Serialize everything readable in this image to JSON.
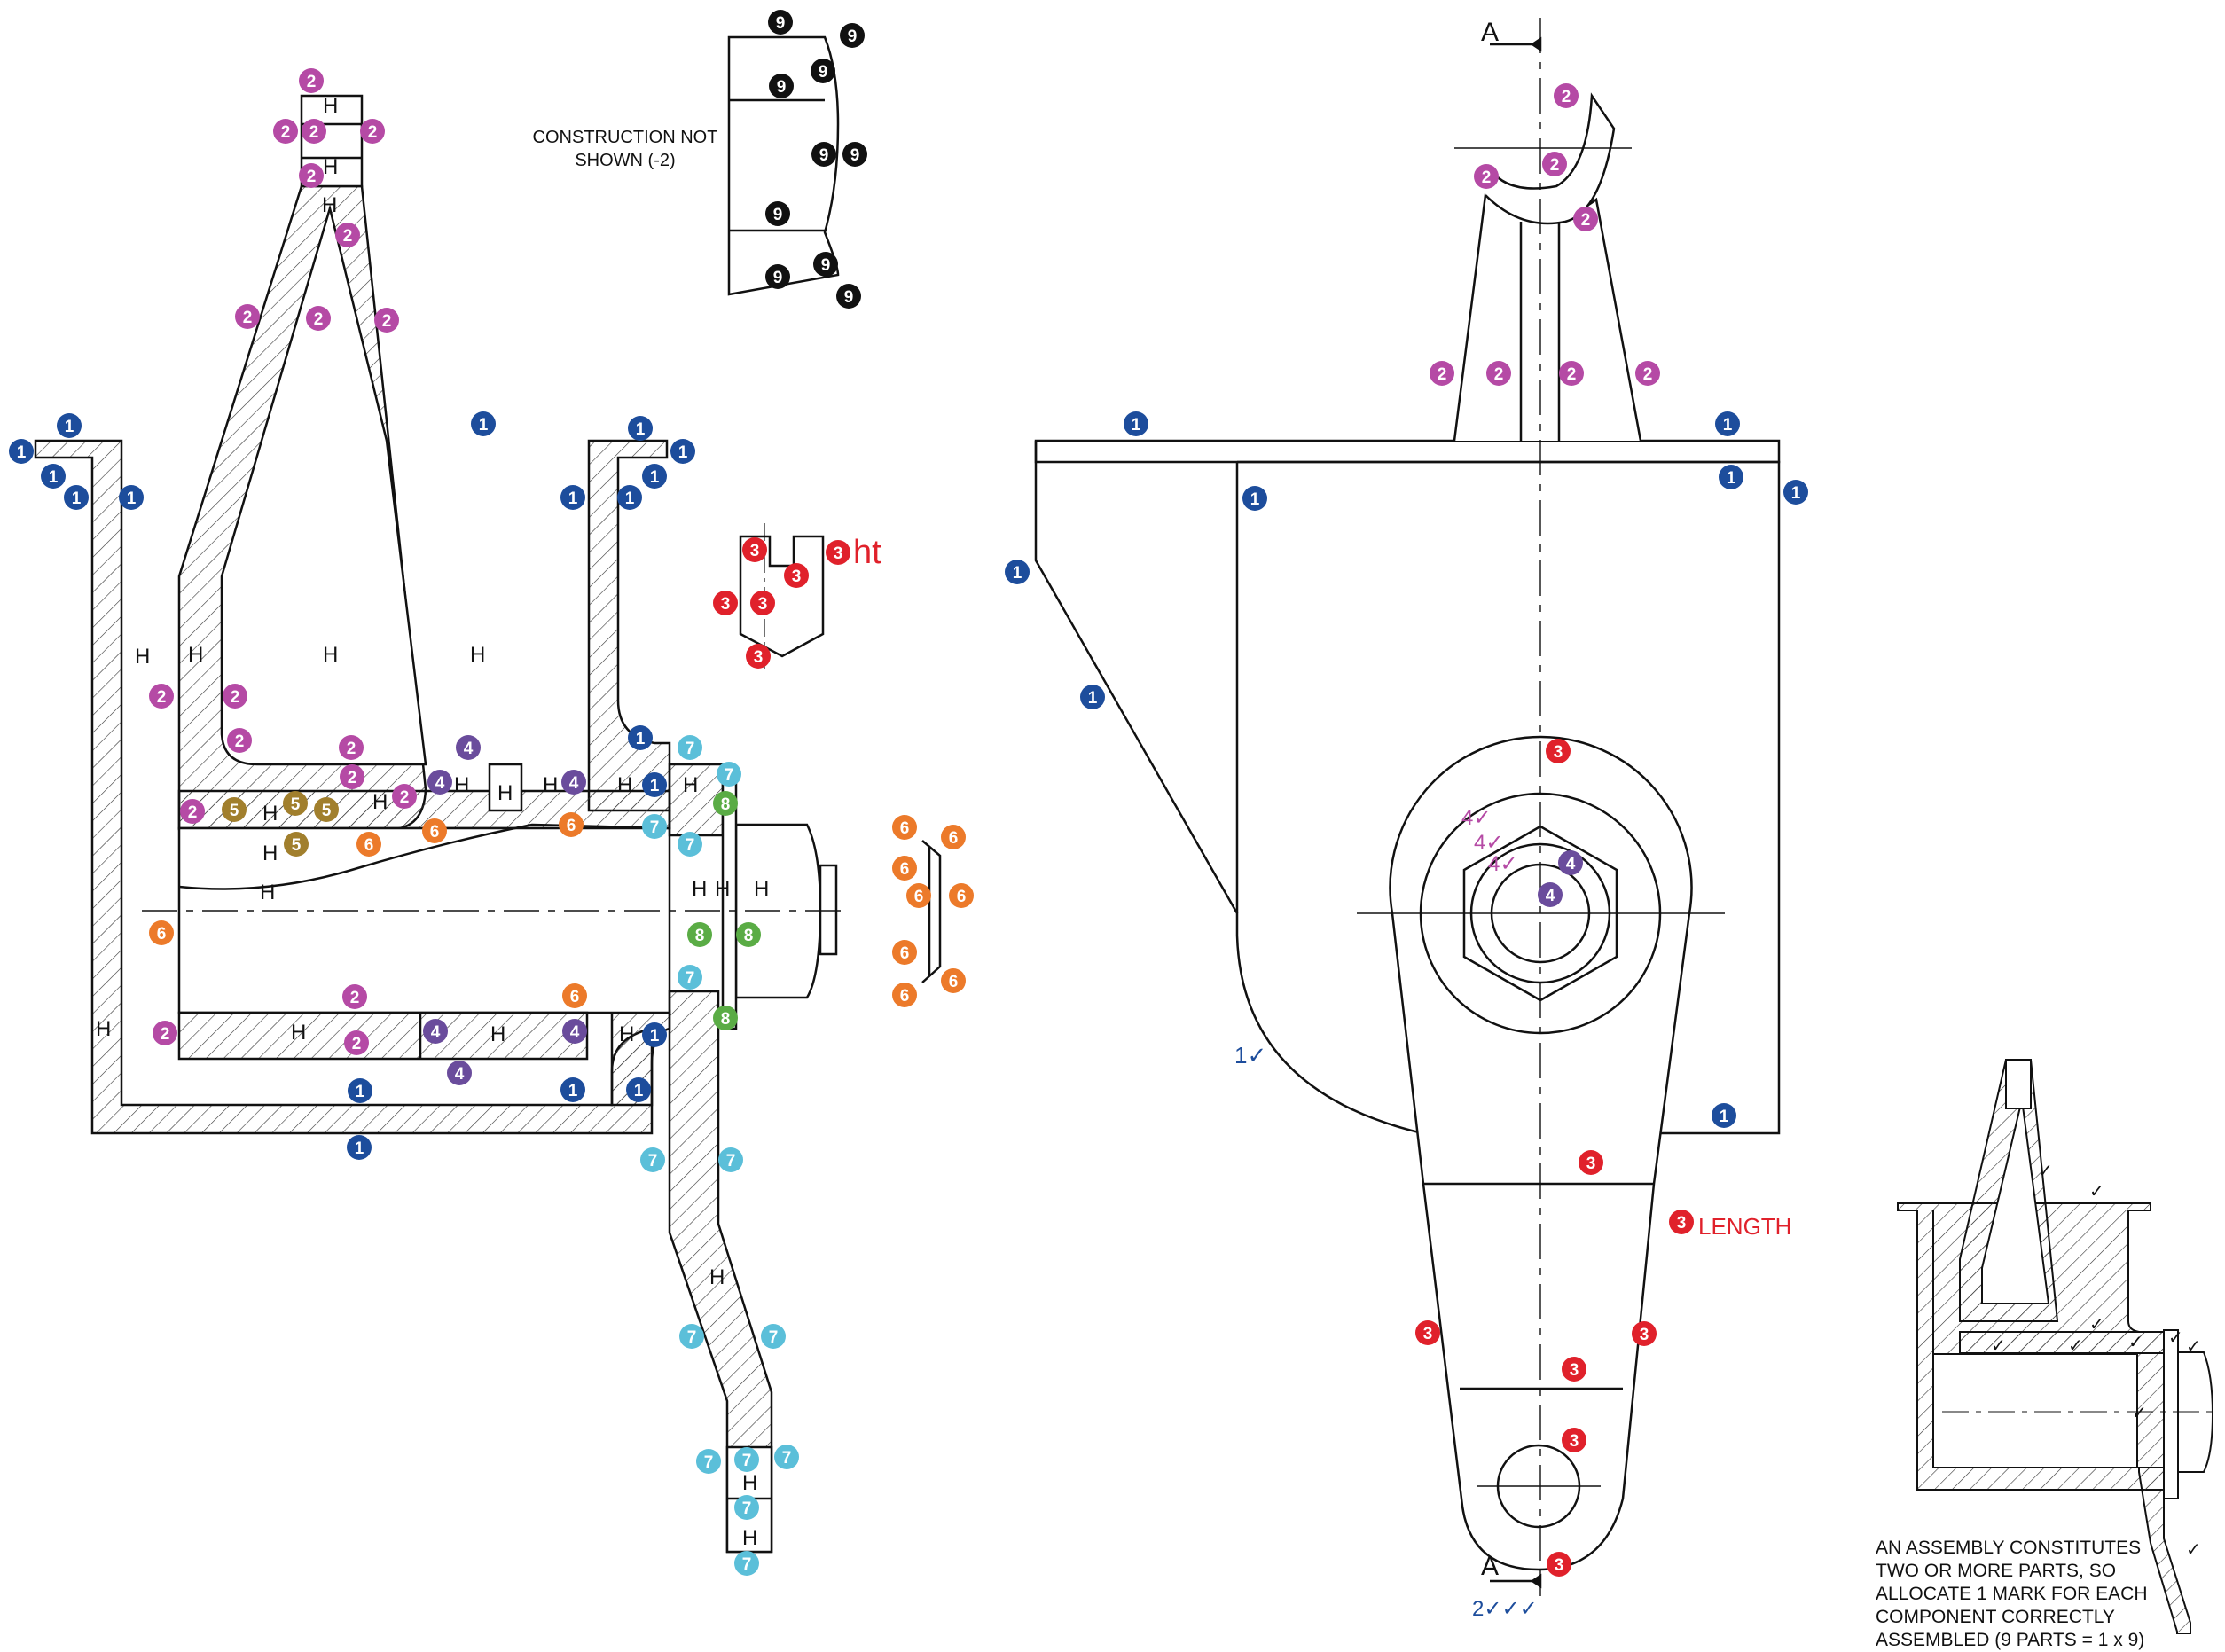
{
  "notes": {
    "construction": [
      "CONSTRUCTION NOT",
      "SHOWN (-2)"
    ],
    "ht": "ht",
    "length": "LENGTH",
    "section_label": "A",
    "mark_1": "1",
    "mark_2": "2",
    "mark_4": "4",
    "check_single": "✓",
    "check_triple": "✓✓✓",
    "assembly": [
      "AN ASSEMBLY CONSTITUTES",
      "TWO OR MORE PARTS, SO",
      "ALLOCATE 1 MARK FOR EACH",
      "COMPONENT CORRECTLY",
      "ASSEMBLED (9 PARTS = 1 x 9)"
    ]
  },
  "hatch_label": "H",
  "colors": {
    "1": "#1d4d9c",
    "2": "#b54aa5",
    "3": "#e0212b",
    "4": "#6a4c9c",
    "5": "#a17f2d",
    "6": "#ec7a2a",
    "7": "#5bbfd9",
    "8": "#5aac45",
    "9": "#111111",
    "check": "#1d4d9c"
  }
}
